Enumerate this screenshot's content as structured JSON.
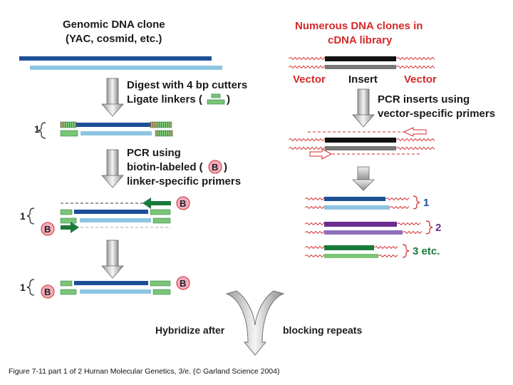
{
  "left": {
    "title_line1": "Genomic DNA clone",
    "title_line2": "(YAC, cosmid, etc.)",
    "step1_line1": "Digest with 4 bp cutters",
    "step1_line2": "Ligate linkers (",
    "step1_line2_end": ")",
    "step2_line1": "PCR using",
    "step2_line2": "biotin-labeled (",
    "step2_line2_end": ")",
    "step2_line3": "linker-specific primers",
    "one_a": "1",
    "one_b": "1",
    "one_c": "1",
    "biotin": "B"
  },
  "right": {
    "title_line1": "Numerous DNA clones in",
    "title_line2": "cDNA library",
    "vector_left": "Vector",
    "insert": "Insert",
    "vector_right": "Vector",
    "step_line1": "PCR inserts using",
    "step_line2": "vector-specific primers",
    "label_1": "1",
    "label_2": "2",
    "label_3": "3 etc."
  },
  "bottom": {
    "hybridize": "Hybridize after",
    "blocking": "blocking repeats",
    "caption": "Figure 7-11 part 1 of 2  Human Molecular Genetics, 3/e.  (© Garland Science 2004)"
  },
  "colors": {
    "dark_blue": "#1d4f96",
    "light_blue": "#8ec5e0",
    "green": "#7cc576",
    "dark_green": "#1a7a3a",
    "red": "#d42a2a",
    "purple": "#6b2c91",
    "lavender": "#8e6fbb",
    "black": "#111111",
    "gray": "#777777",
    "biotin_fill": "#f2aec0"
  }
}
